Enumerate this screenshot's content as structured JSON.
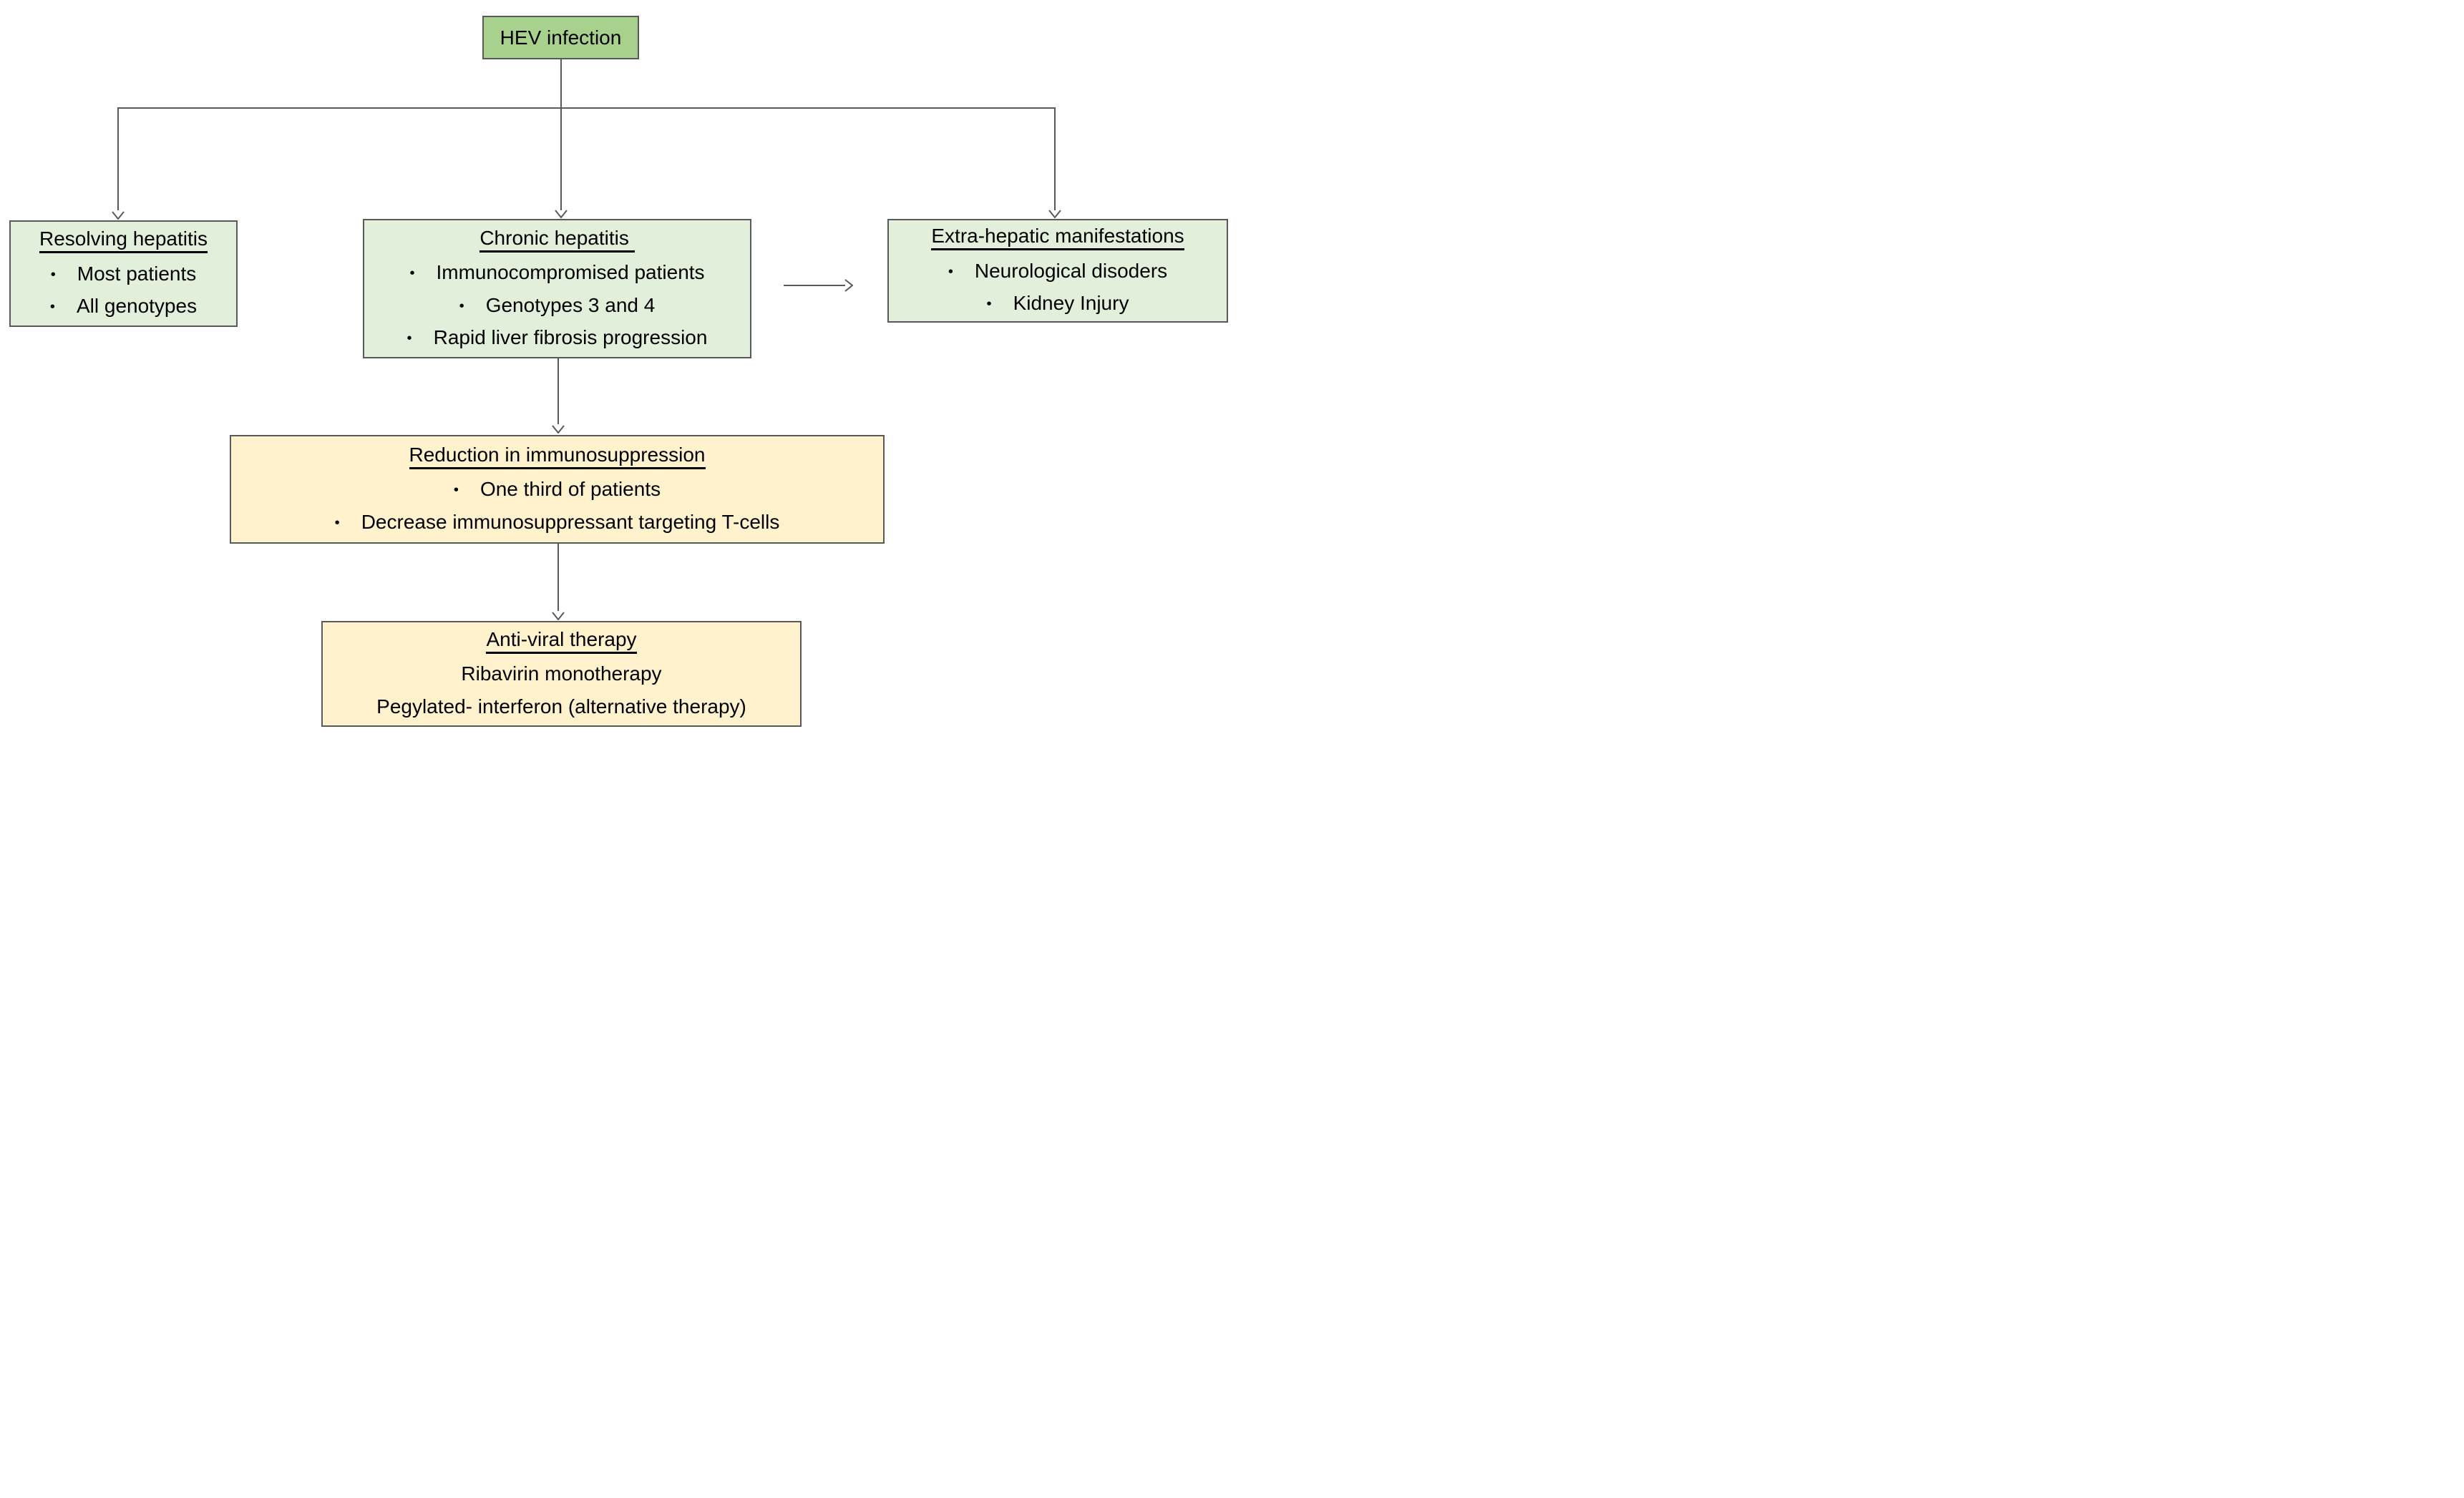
{
  "diagram": {
    "bullet_char": "•",
    "colors": {
      "node_green": "#a9d18e",
      "node_light_green": "#e2efda",
      "node_cream": "#fff2cc",
      "border": "#595959",
      "connector": "#595959",
      "text": "#000000",
      "background": "#ffffff"
    },
    "nodes": {
      "hev": {
        "title": "HEV infection"
      },
      "resolving": {
        "title": "Resolving hepatitis",
        "bullets": [
          "Most patients",
          "All genotypes"
        ]
      },
      "chronic": {
        "title": "Chronic hepatitis ",
        "bullets": [
          "Immunocompromised patients",
          "Genotypes 3 and 4",
          "Rapid liver fibrosis progression"
        ]
      },
      "extra_hepatic": {
        "title": "Extra-hepatic manifestations",
        "bullets": [
          "Neurological disoders",
          "Kidney Injury"
        ]
      },
      "reduction": {
        "title": "Reduction in immunosuppression",
        "bullets": [
          "One third of patients",
          "Decrease immunosuppressant targeting T-cells"
        ]
      },
      "antiviral": {
        "title": "Anti-viral therapy",
        "lines": [
          "Ribavirin monotherapy",
          "Pegylated- interferon (alternative therapy)"
        ]
      }
    }
  }
}
